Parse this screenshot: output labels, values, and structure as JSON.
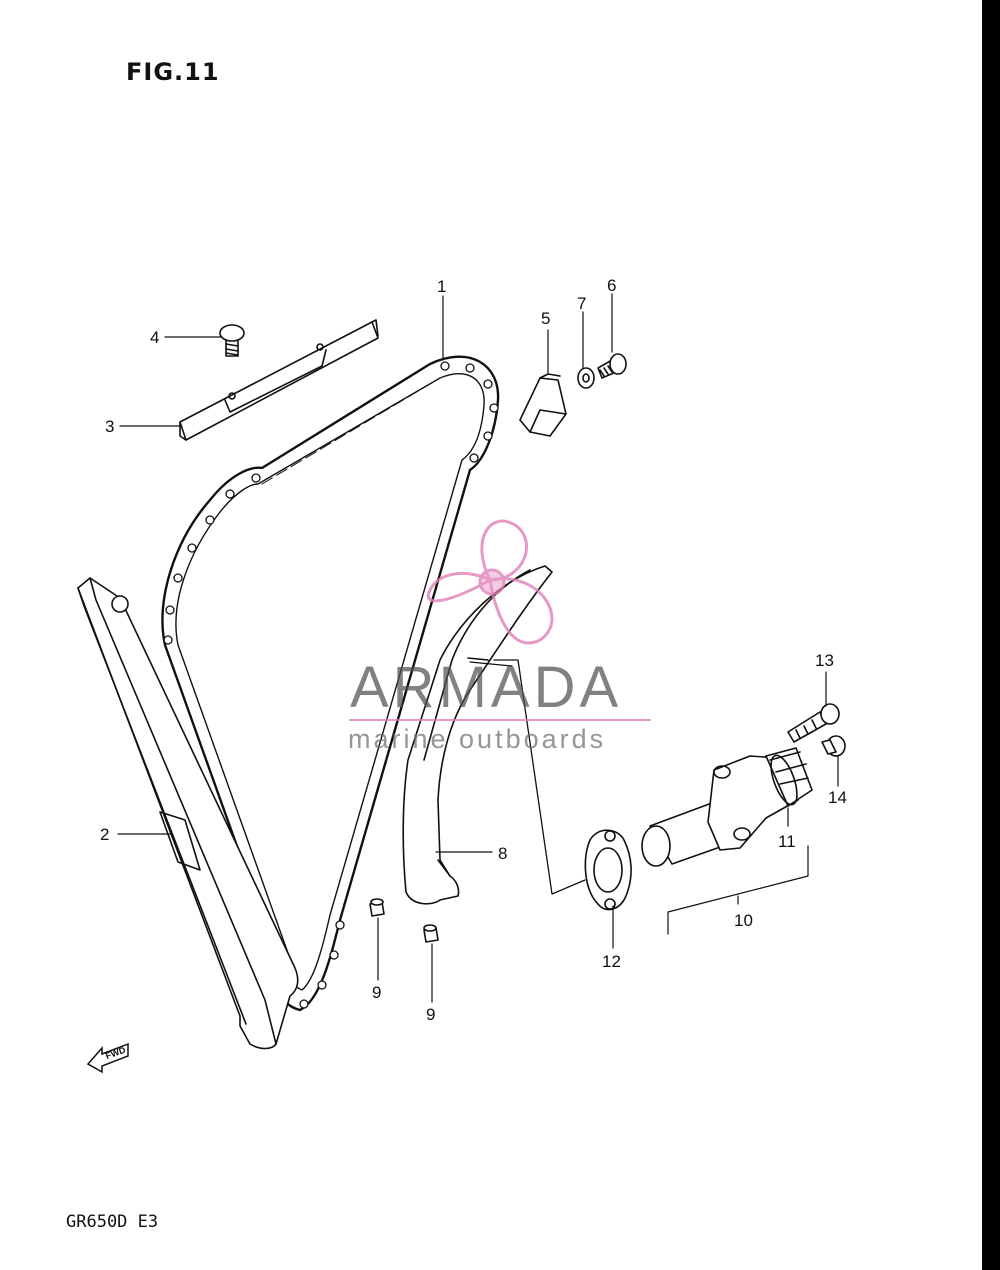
{
  "figure": {
    "title": "FIG.11",
    "model": "GR650D  E3"
  },
  "fwd_label": "FWD",
  "callouts": [
    "1",
    "2",
    "3",
    "4",
    "5",
    "6",
    "7",
    "8",
    "9",
    "9",
    "10",
    "11",
    "12",
    "13",
    "14"
  ],
  "watermark": {
    "brand": "ARMADA",
    "sub": "marine outboards",
    "color": "#e080b8"
  },
  "colors": {
    "line": "#111111",
    "border": "#000000",
    "background": "#ffffff"
  }
}
